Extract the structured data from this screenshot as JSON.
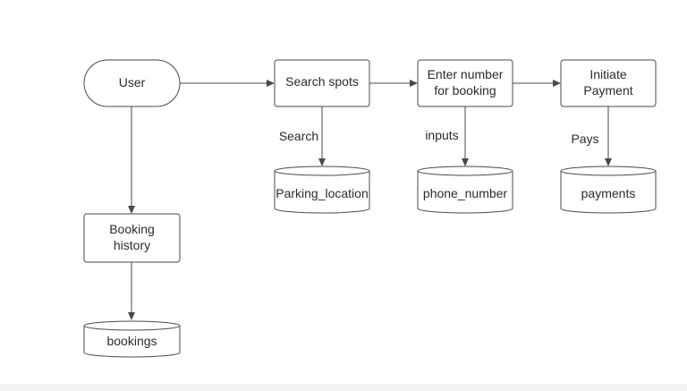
{
  "nodes": {
    "user": {
      "label": "User"
    },
    "search_spots": {
      "label": "Search spots"
    },
    "enter_number": {
      "line1": "Enter number",
      "line2": "for booking"
    },
    "initiate_payment": {
      "line1": "Initiate",
      "line2": "Payment"
    },
    "booking_history": {
      "line1": "Booking",
      "line2": "history"
    },
    "parking_location": {
      "label": "Parking_location"
    },
    "phone_number": {
      "label": "phone_number"
    },
    "payments": {
      "label": "payments"
    },
    "bookings": {
      "label": "bookings"
    }
  },
  "edges": {
    "search": {
      "label": "Search"
    },
    "inputs": {
      "label": "inputs"
    },
    "pays": {
      "label": "Pays"
    }
  },
  "colors": {
    "stroke": "#4a4a4a",
    "text": "#2b2b2b",
    "background": "#ffffff"
  }
}
